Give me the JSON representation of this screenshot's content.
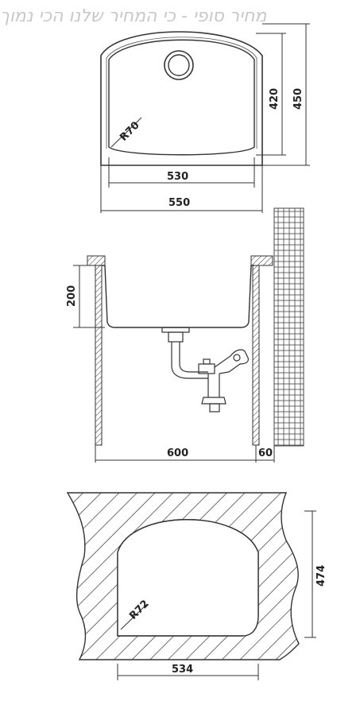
{
  "watermark": "מחיר סופי - כי המחיר שלנו הכי נמוך",
  "top_view": {
    "radius": "R70",
    "width_inner": "530",
    "width_outer": "550",
    "height_inner": "420",
    "height_outer": "450"
  },
  "section_view": {
    "depth": "200",
    "cabinet_width": "600",
    "wall_offset": "60"
  },
  "cutout_view": {
    "radius": "R72",
    "cutout_height": "474",
    "cutout_width": "534"
  }
}
